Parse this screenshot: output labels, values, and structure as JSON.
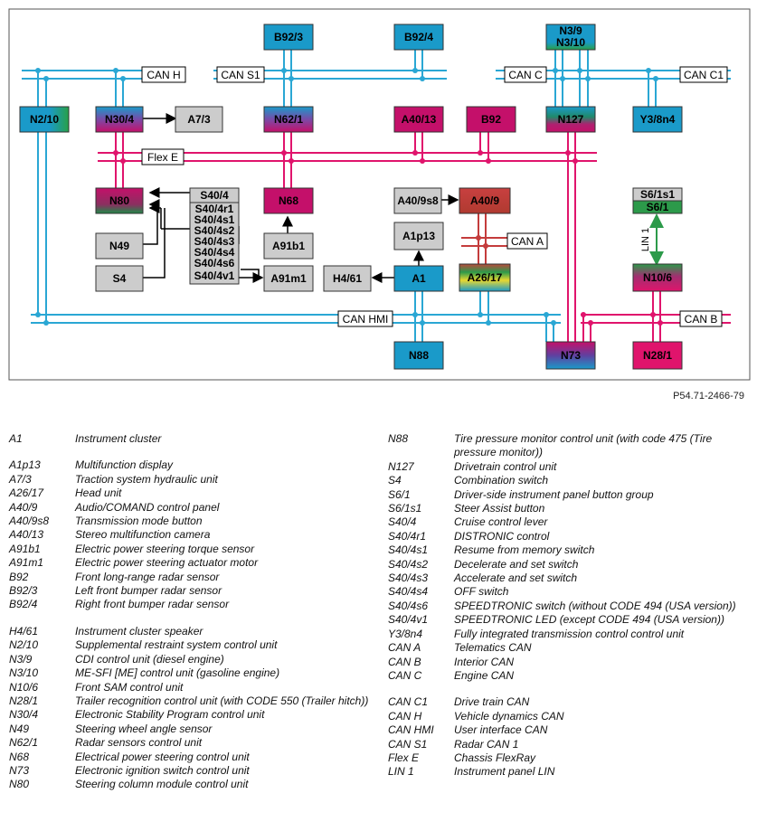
{
  "diagram": {
    "colors": {
      "can": "#2aa7d4",
      "flexray": "#e0146c",
      "can_a": "#c43c3c",
      "lin": "#2c9a4a",
      "box_gray": "#cccccc",
      "box_blue": "#1a9ac9",
      "box_magenta": "#c4106a"
    },
    "bus_labels": {
      "can_h": "CAN H",
      "can_s1": "CAN S1",
      "can_c": "CAN C",
      "can_c1": "CAN C1",
      "flex_e": "Flex E",
      "can_a": "CAN A",
      "can_hmi": "CAN HMI",
      "can_b": "CAN B",
      "lin_1": "LIN 1"
    },
    "components": {
      "b92_3": "B92/3",
      "b92_4": "B92/4",
      "n3_9": "N3/9",
      "n3_10": "N3/10",
      "n2_10": "N2/10",
      "n30_4": "N30/4",
      "a7_3": "A7/3",
      "n62_1": "N62/1",
      "a40_13": "A40/13",
      "b92": "B92",
      "n127": "N127",
      "y3_8n4": "Y3/8n4",
      "n80": "N80",
      "s40_4": "S40/4",
      "s40_4r1": "S40/4r1",
      "s40_4s1": "S40/4s1",
      "s40_4s2": "S40/4s2",
      "s40_4s3": "S40/4s3",
      "s40_4s4": "S40/4s4",
      "s40_4s6": "S40/4s6",
      "s40_4v1": "S40/4v1",
      "n68": "N68",
      "a40_9s8": "A40/9s8",
      "a40_9": "A40/9",
      "s6_1s1": "S6/1s1",
      "s6_1": "S6/1",
      "n49": "N49",
      "a91b1": "A91b1",
      "a1p13": "A1p13",
      "s4": "S4",
      "a91m1": "A91m1",
      "h4_61": "H4/61",
      "a1": "A1",
      "a26_17": "A26/17",
      "n10_6": "N10/6",
      "n88": "N88",
      "n73": "N73",
      "n28_1": "N28/1"
    }
  },
  "reference": "P54.71-2466-79",
  "legend_left": [
    {
      "code": "A1",
      "desc": "Instrument cluster"
    },
    {
      "code": "A1p13",
      "desc": "Multifunction display"
    },
    {
      "code": "A7/3",
      "desc": "Traction system hydraulic unit"
    },
    {
      "code": "A26/17",
      "desc": "Head unit"
    },
    {
      "code": "A40/9",
      "desc": "Audio/COMAND control panel"
    },
    {
      "code": "A40/9s8",
      "desc": "Transmission mode button"
    },
    {
      "code": "A40/13",
      "desc": "Stereo multifunction camera"
    },
    {
      "code": "A91b1",
      "desc": "Electric power steering torque sensor"
    },
    {
      "code": "A91m1",
      "desc": "Electric power steering actuator motor"
    },
    {
      "code": "B92",
      "desc": "Front long-range radar sensor"
    },
    {
      "code": "B92/3",
      "desc": "Left front bumper radar sensor"
    },
    {
      "code": "B92/4",
      "desc": "Right front bumper radar sensor"
    },
    {
      "code": "H4/61",
      "desc": "Instrument cluster speaker"
    },
    {
      "code": "N2/10",
      "desc": "Supplemental restraint system control unit"
    },
    {
      "code": "N3/9",
      "desc": "CDI control unit (diesel engine)"
    },
    {
      "code": "N3/10",
      "desc": "ME-SFI [ME] control unit (gasoline engine)"
    },
    {
      "code": "N10/6",
      "desc": "Front SAM control unit"
    },
    {
      "code": "N28/1",
      "desc": "Trailer recognition control unit (with CODE 550 (Trailer hitch))"
    },
    {
      "code": "N30/4",
      "desc": "Electronic Stability Program control unit"
    },
    {
      "code": "N49",
      "desc": "Steering wheel angle sensor"
    },
    {
      "code": "N62/1",
      "desc": "Radar sensors control unit"
    },
    {
      "code": "N68",
      "desc": "Electrical power steering control unit"
    },
    {
      "code": "N73",
      "desc": "Electronic ignition switch control unit"
    },
    {
      "code": "N80",
      "desc": "Steering column module control unit"
    }
  ],
  "legend_right": [
    {
      "code": "N88",
      "desc": "Tire pressure monitor control unit (with code 475 (Tire pressure monitor))"
    },
    {
      "code": "N127",
      "desc": "Drivetrain control unit"
    },
    {
      "code": "S4",
      "desc": "Combination switch"
    },
    {
      "code": "S6/1",
      "desc": "Driver-side instrument panel button group"
    },
    {
      "code": "S6/1s1",
      "desc": "Steer Assist button"
    },
    {
      "code": "S40/4",
      "desc": "Cruise control lever"
    },
    {
      "code": "S40/4r1",
      "desc": "DISTRONIC control"
    },
    {
      "code": "S40/4s1",
      "desc": "Resume from memory switch"
    },
    {
      "code": "S40/4s2",
      "desc": "Decelerate and set switch"
    },
    {
      "code": "S40/4s3",
      "desc": "Accelerate and set switch"
    },
    {
      "code": "S40/4s4",
      "desc": "OFF switch"
    },
    {
      "code": "S40/4s6",
      "desc": "SPEEDTRONIC switch (without CODE 494 (USA version))"
    },
    {
      "code": "S40/4v1",
      "desc": "SPEEDTRONIC LED (except CODE 494 (USA version))"
    },
    {
      "code": "Y3/8n4",
      "desc": "Fully integrated transmission control control unit"
    },
    {
      "code": "CAN A",
      "desc": "Telematics CAN"
    },
    {
      "code": "CAN B",
      "desc": "Interior CAN"
    },
    {
      "code": "CAN C",
      "desc": "Engine CAN"
    },
    {
      "code": "CAN C1",
      "desc": "Drive train CAN"
    },
    {
      "code": "CAN H",
      "desc": "Vehicle dynamics CAN"
    },
    {
      "code": "CAN HMI",
      "desc": "User interface CAN"
    },
    {
      "code": "CAN S1",
      "desc": "Radar CAN 1"
    },
    {
      "code": "Flex E",
      "desc": "Chassis FlexRay"
    },
    {
      "code": "LIN 1",
      "desc": "Instrument panel LIN"
    }
  ]
}
